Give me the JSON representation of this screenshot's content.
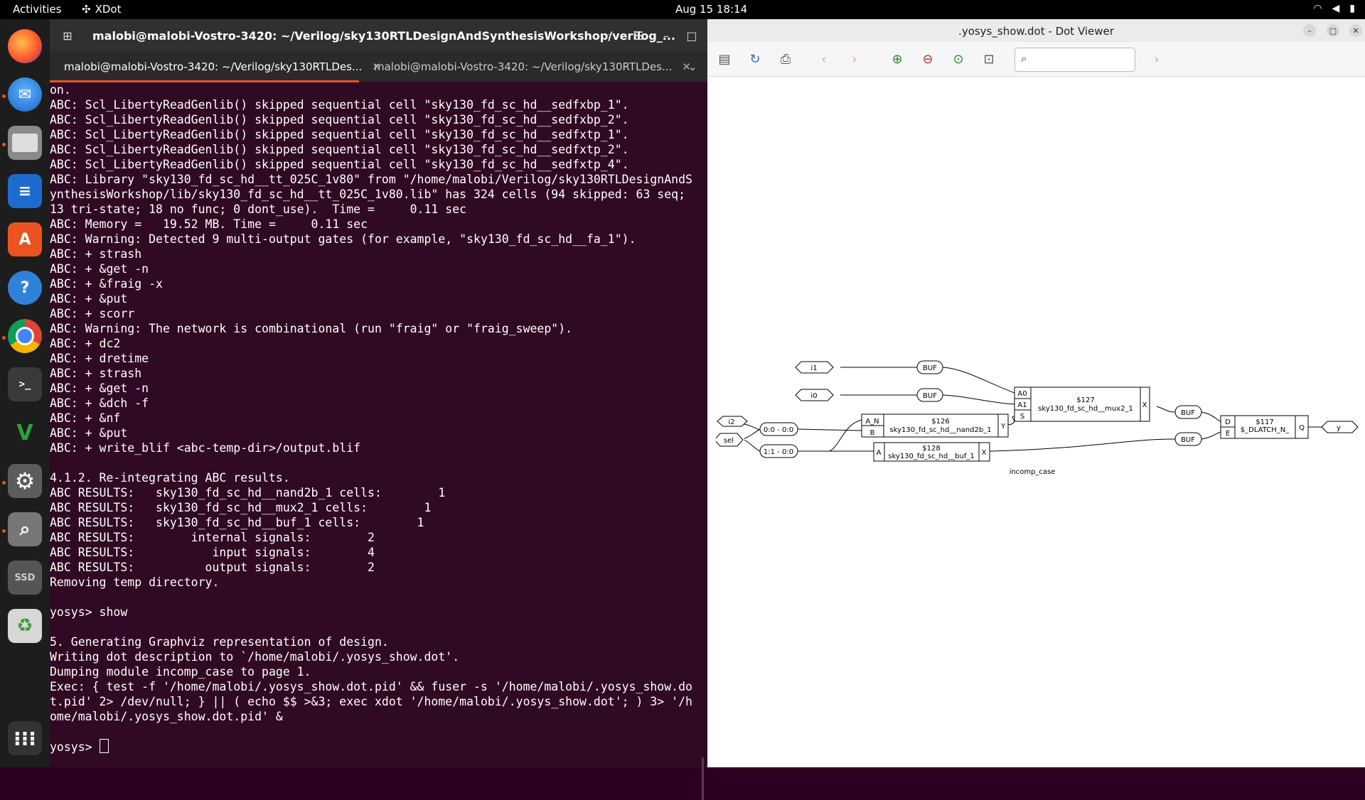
{
  "topbar": {
    "activities": "Activities",
    "app": "XDot",
    "clock": "Aug 15  18:14"
  },
  "dock": {
    "items": [
      "Firefox",
      "Thunderbird",
      "Files",
      "Writer",
      "Software",
      "Help",
      "Chrome",
      "Terminal",
      "Vim",
      "Settings",
      "Search",
      "SSD",
      "Trash",
      "Apps"
    ]
  },
  "terminal": {
    "title": "malobi@malobi-Vostro-3420: ~/Verilog/sky130RTLDesignAndSynthesisWorkshop/verilog_...",
    "tabs": [
      {
        "label": "malobi@malobi-Vostro-3420: ~/Verilog/sky130RTLDes..."
      },
      {
        "label": "malobi@malobi-Vostro-3420: ~/Verilog/sky130RTLDes..."
      }
    ],
    "lines": [
      "on.",
      "ABC: Scl_LibertyReadGenlib() skipped sequential cell \"sky130_fd_sc_hd__sedfxbp_1\".",
      "ABC: Scl_LibertyReadGenlib() skipped sequential cell \"sky130_fd_sc_hd__sedfxbp_2\".",
      "ABC: Scl_LibertyReadGenlib() skipped sequential cell \"sky130_fd_sc_hd__sedfxtp_1\".",
      "ABC: Scl_LibertyReadGenlib() skipped sequential cell \"sky130_fd_sc_hd__sedfxtp_2\".",
      "ABC: Scl_LibertyReadGenlib() skipped sequential cell \"sky130_fd_sc_hd__sedfxtp_4\".",
      "ABC: Library \"sky130_fd_sc_hd__tt_025C_1v80\" from \"/home/malobi/Verilog/sky130RTLDesignAndS",
      "ynthesisWorkshop/lib/sky130_fd_sc_hd__tt_025C_1v80.lib\" has 324 cells (94 skipped: 63 seq;",
      "13 tri-state; 18 no func; 0 dont_use).  Time =     0.11 sec",
      "ABC: Memory =   19.52 MB. Time =     0.11 sec",
      "ABC: Warning: Detected 9 multi-output gates (for example, \"sky130_fd_sc_hd__fa_1\").",
      "ABC: + strash",
      "ABC: + &get -n",
      "ABC: + &fraig -x",
      "ABC: + &put",
      "ABC: + scorr",
      "ABC: Warning: The network is combinational (run \"fraig\" or \"fraig_sweep\").",
      "ABC: + dc2",
      "ABC: + dretime",
      "ABC: + strash",
      "ABC: + &get -n",
      "ABC: + &dch -f",
      "ABC: + &nf",
      "ABC: + &put",
      "ABC: + write_blif <abc-temp-dir>/output.blif",
      "",
      "4.1.2. Re-integrating ABC results.",
      "ABC RESULTS:   sky130_fd_sc_hd__nand2b_1 cells:        1",
      "ABC RESULTS:   sky130_fd_sc_hd__mux2_1 cells:        1",
      "ABC RESULTS:   sky130_fd_sc_hd__buf_1 cells:        1",
      "ABC RESULTS:        internal signals:        2",
      "ABC RESULTS:           input signals:        4",
      "ABC RESULTS:          output signals:        2",
      "Removing temp directory.",
      "",
      "yosys> show",
      "",
      "5. Generating Graphviz representation of design.",
      "Writing dot description to `/home/malobi/.yosys_show.dot'.",
      "Dumping module incomp_case to page 1.",
      "Exec: { test -f '/home/malobi/.yosys_show.dot.pid' && fuser -s '/home/malobi/.yosys_show.do",
      "t.pid' 2> /dev/null; } || ( echo $$ >&3; exec xdot '/home/malobi/.yosys_show.dot'; ) 3> '/h",
      "ome/malobi/.yosys_show.dot.pid' &",
      ""
    ],
    "prompt": "yosys> "
  },
  "viewer": {
    "title": ".yosys_show.dot - Dot Viewer",
    "graph": {
      "caption": "incomp_case",
      "inputs": [
        "i1",
        "i0",
        "i2",
        "sel"
      ],
      "output": "y",
      "slices": [
        "0:0 - 0:0",
        "1:1 - 0:0"
      ],
      "buf_label": "BUF",
      "mux": {
        "id": "$127",
        "type": "sky130_fd_sc_hd__mux2_1",
        "pins": [
          "A0",
          "A1",
          "S"
        ],
        "out": "X"
      },
      "nand": {
        "id": "$126",
        "type": "sky130_fd_sc_hd__nand2b_1",
        "pins": [
          "A_N",
          "B"
        ],
        "out": "Y"
      },
      "buf": {
        "id": "$128",
        "type": "sky130_fd_sc_hd__buf_1",
        "pins": [
          "A"
        ],
        "out": "X"
      },
      "latch": {
        "id": "$117",
        "type": "$_DLATCH_N_",
        "pins": [
          "D",
          "E"
        ],
        "out": "Q"
      }
    }
  }
}
